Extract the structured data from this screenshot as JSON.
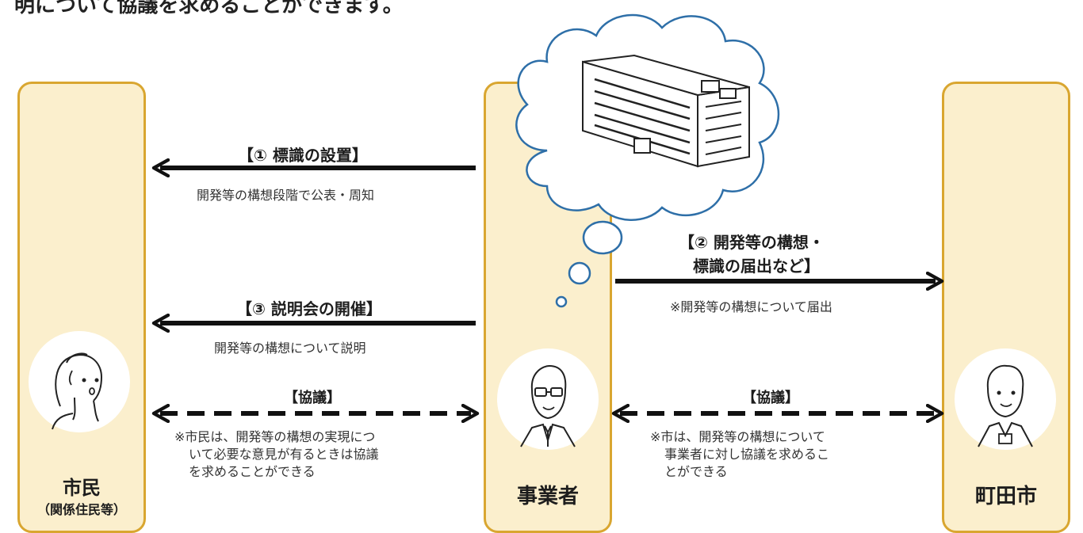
{
  "intro_text": "明について協議を求めることができます。",
  "citizen": {
    "label": "市民",
    "sublabel": "（関係住民等）"
  },
  "developer": {
    "label": "事業者"
  },
  "city": {
    "label": "町田市"
  },
  "flows": {
    "sign": {
      "title": "【① 標識の設置】",
      "subtitle": "開発等の構想段階で公表・周知"
    },
    "notify": {
      "title_line1": "【② 開発等の構想・",
      "title_line2": "標識の届出など】",
      "subtitle": "※開発等の構想について届出"
    },
    "briefing": {
      "title": "【③ 説明会の開催】",
      "subtitle": "開発等の構想について説明"
    },
    "consult_citizen": {
      "title": "【協議】",
      "note_line1": "※市民は、開発等の構想の実現につ",
      "note_line2": "いて必要な意見が有るときは協議",
      "note_line3": "を求めることができる"
    },
    "consult_city": {
      "title": "【協議】",
      "note_line1": "※市は、開発等の構想について",
      "note_line2": "事業者に対し協議を求めるこ",
      "note_line3": "とができる"
    }
  },
  "colors": {
    "column_fill": "#fbefcd",
    "column_border": "#d9a630",
    "bubble_border": "#2e6fa8",
    "arrow": "#111111"
  }
}
